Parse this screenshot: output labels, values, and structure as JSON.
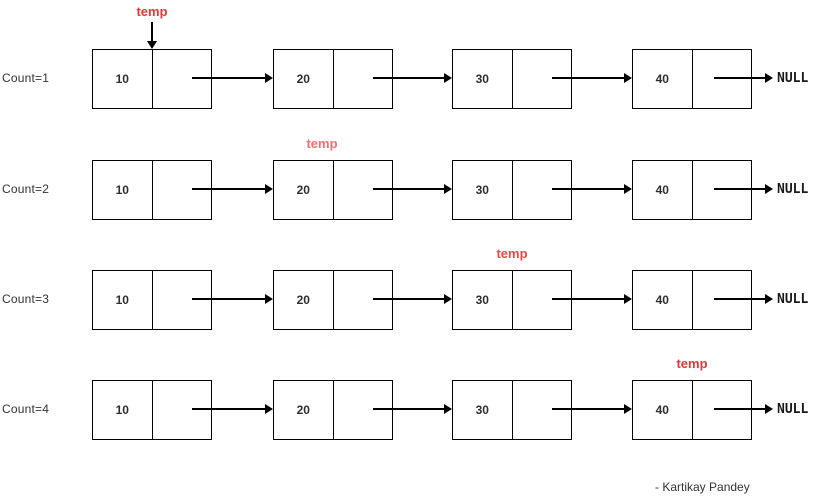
{
  "diagram_description": "Linked list traversal count diagram",
  "rows": [
    {
      "count": "Count=1",
      "temp": "temp",
      "temp_color": "#e53836",
      "temp_node_index": 0,
      "nodes": [
        {
          "value": "10"
        },
        {
          "value": "20"
        },
        {
          "value": "30"
        },
        {
          "value": "40"
        }
      ],
      "null_label": "NULL"
    },
    {
      "count": "Count=2",
      "temp": "temp",
      "temp_color": "#f37070",
      "temp_node_index": 1,
      "nodes": [
        {
          "value": "10"
        },
        {
          "value": "20"
        },
        {
          "value": "30"
        },
        {
          "value": "40"
        }
      ],
      "null_label": "NULL"
    },
    {
      "count": "Count=3",
      "temp": "temp",
      "temp_color": "#e94a47",
      "temp_node_index": 2,
      "nodes": [
        {
          "value": "10"
        },
        {
          "value": "20"
        },
        {
          "value": "30"
        },
        {
          "value": "40"
        }
      ],
      "null_label": "NULL"
    },
    {
      "count": "Count=4",
      "temp": "temp",
      "temp_color": "#e53836",
      "temp_node_index": 3,
      "nodes": [
        {
          "value": "10"
        },
        {
          "value": "20"
        },
        {
          "value": "30"
        },
        {
          "value": "40"
        }
      ],
      "null_label": "NULL"
    }
  ],
  "attribution": "- Kartikay Pandey",
  "colors": {
    "line": "#000000",
    "text": "#333333",
    "background": "#ffffff"
  }
}
